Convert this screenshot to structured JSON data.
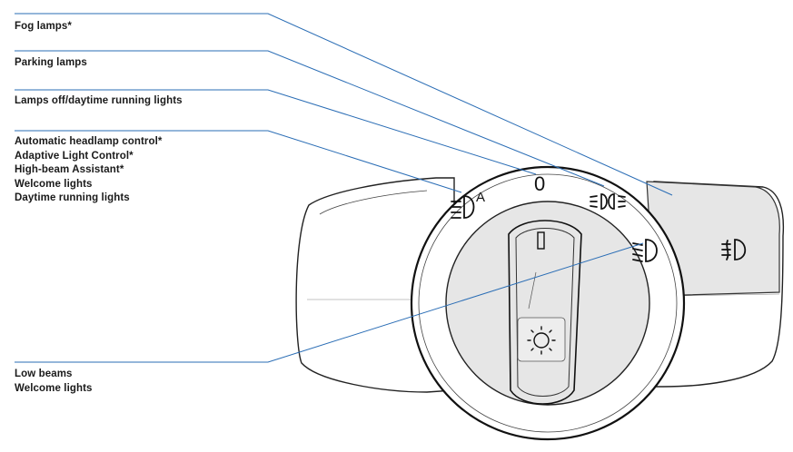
{
  "callouts": [
    {
      "id": "fog",
      "lines": [
        "Fog lamps*"
      ]
    },
    {
      "id": "parking",
      "lines": [
        "Parking lamps"
      ]
    },
    {
      "id": "off",
      "lines": [
        "Lamps off/daytime running lights"
      ]
    },
    {
      "id": "auto",
      "lines": [
        "Automatic headlamp control*",
        "Adaptive Light Control*",
        "High-beam Assistant*",
        "Welcome lights",
        "Daytime running lights"
      ]
    },
    {
      "id": "low",
      "lines": [
        "Low beams",
        "Welcome lights"
      ]
    }
  ],
  "switch_positions": {
    "off_symbol": "0",
    "auto_symbol_letter": "A"
  },
  "icons": {
    "fog": "fog-lamp-icon",
    "parking": "parking-lamp-icon",
    "auto": "auto-headlamp-icon",
    "low": "low-beam-icon",
    "knob_top": "instrument-lighting-icon",
    "knob_bottom": "dimmer-sun-icon"
  },
  "colors": {
    "callout_line": "#2a6db5",
    "text": "#1a1a1a",
    "housing_gray": "#e6e6e6"
  }
}
